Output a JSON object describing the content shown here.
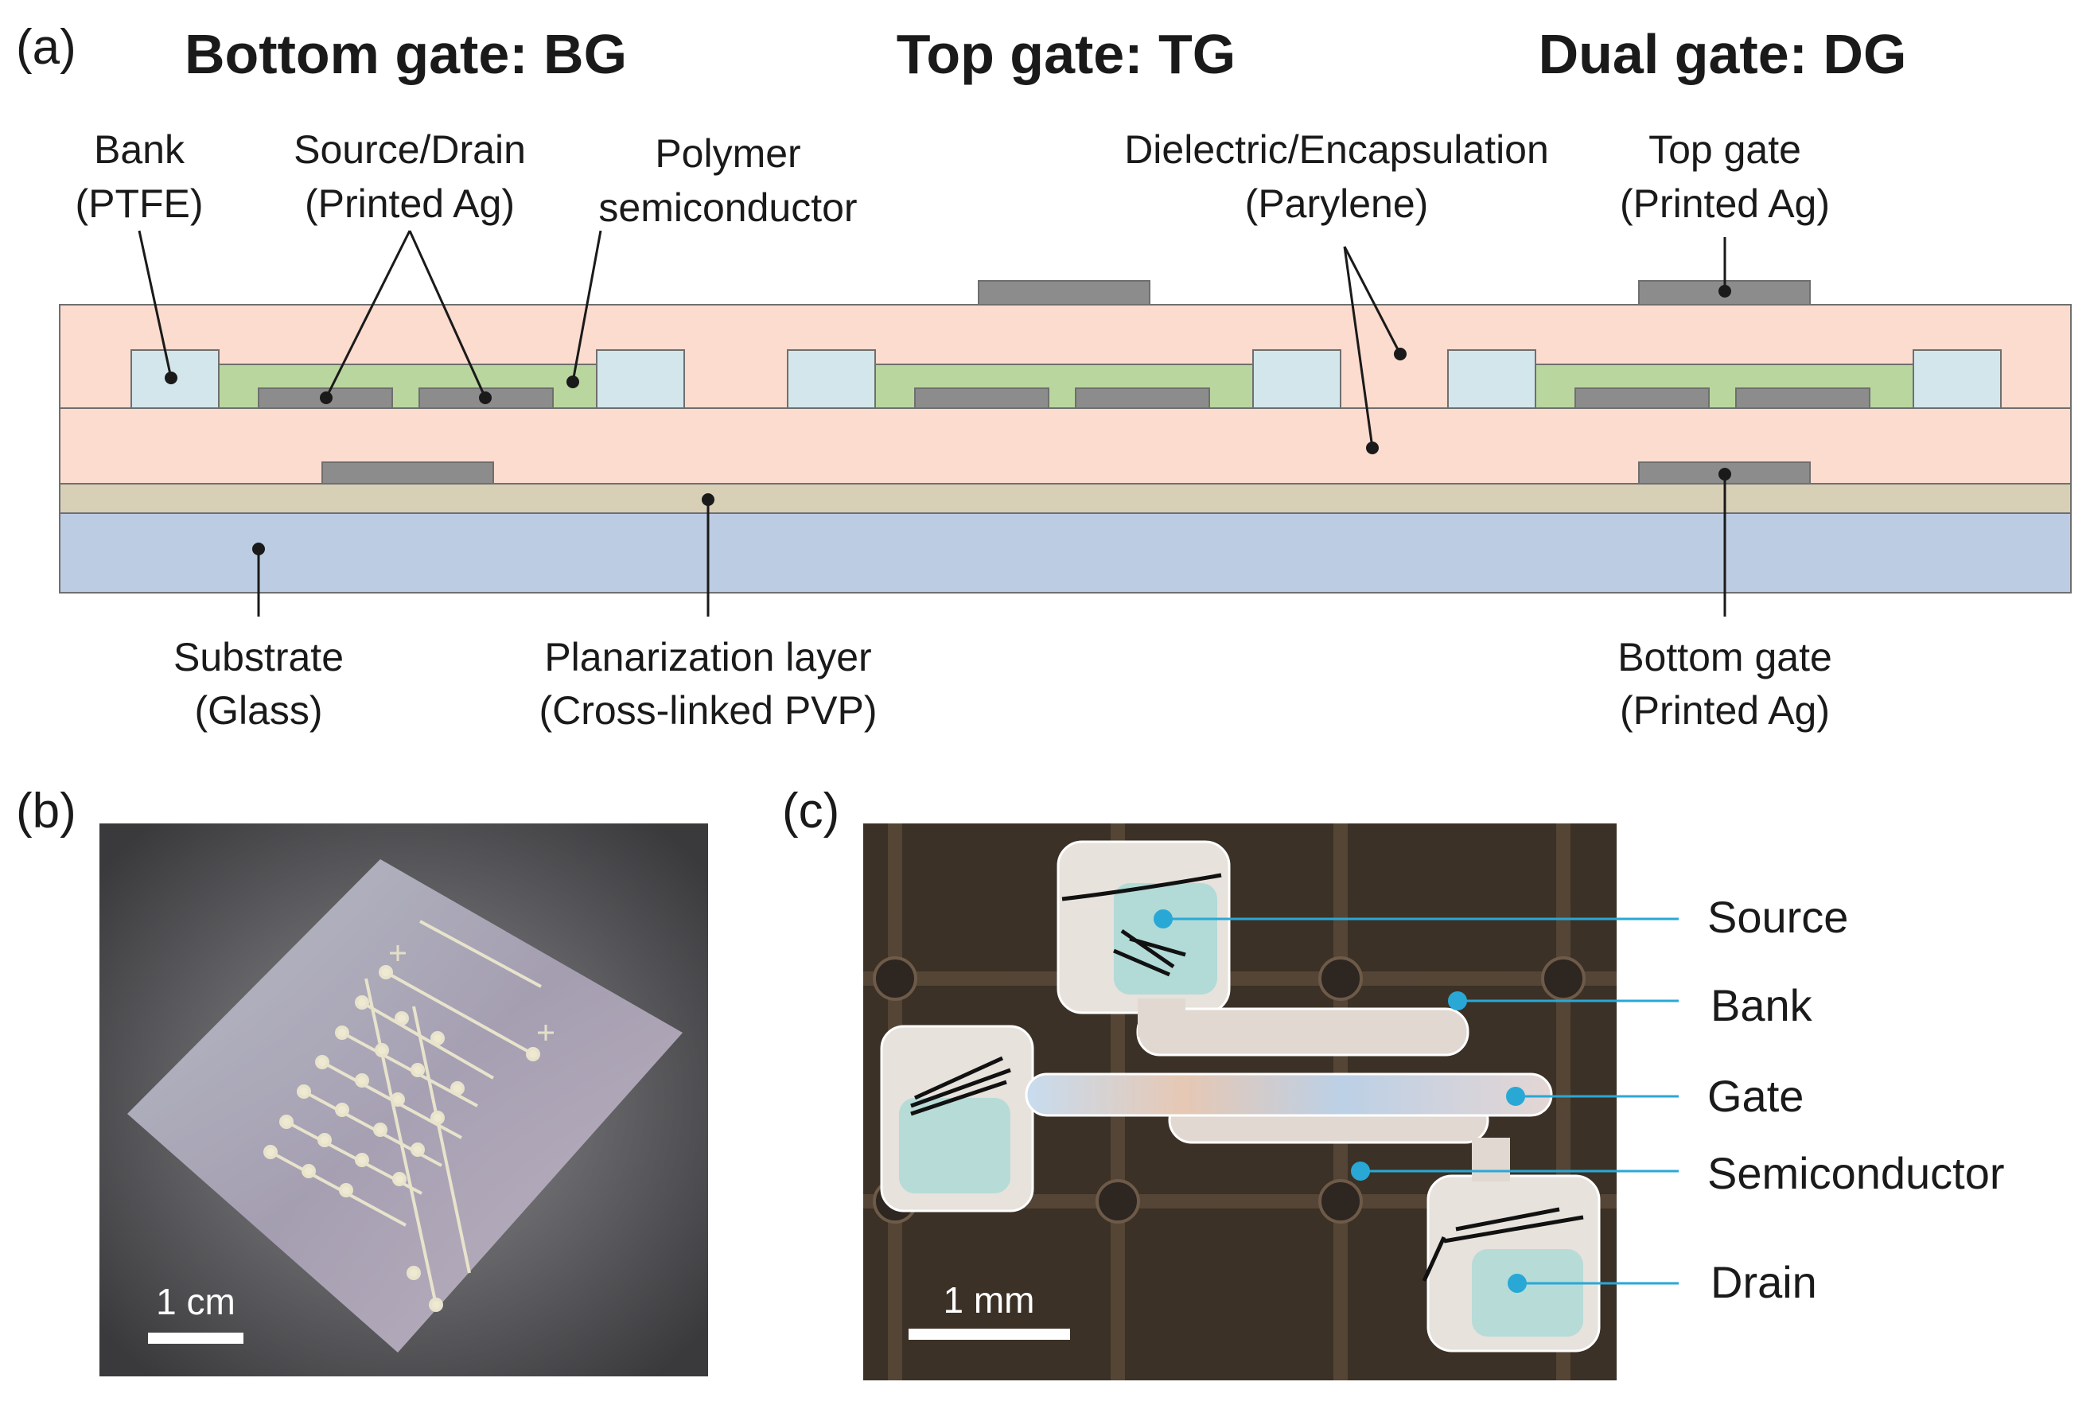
{
  "panels": {
    "a": "(a)",
    "b": "(b)",
    "c": "(c)"
  },
  "headings": {
    "bg": "Bottom gate: BG",
    "tg": "Top gate: TG",
    "dg": "Dual gate: DG"
  },
  "labels": {
    "bank_1": "Bank",
    "bank_2": "(PTFE)",
    "sd_1": "Source/Drain",
    "sd_2": "(Printed Ag)",
    "poly_1": "Polymer",
    "poly_2": "semiconductor",
    "diel_1": "Dielectric/Encapsulation",
    "diel_2": "(Parylene)",
    "tgate_1": "Top gate",
    "tgate_2": "(Printed Ag)",
    "sub_1": "Substrate",
    "sub_2": "(Glass)",
    "plan_1": "Planarization layer",
    "plan_2": "(Cross-linked PVP)",
    "bgate_1": "Bottom gate",
    "bgate_2": "(Printed Ag)"
  },
  "photo_b": {
    "scale_bar": "1 cm"
  },
  "photo_c": {
    "scale_bar": "1 mm",
    "callouts": {
      "source": "Source",
      "bank": "Bank",
      "gate": "Gate",
      "semiconductor": "Semiconductor",
      "drain": "Drain"
    }
  },
  "colors": {
    "parylene": "#fcdccf",
    "bank": "#d3e6ec",
    "semiconductor": "#b9d69f",
    "silver": "#8c8c8c",
    "planarization": "#d8cfb7",
    "substrate": "#bccce2",
    "callout_dot": "#29a8d6"
  }
}
